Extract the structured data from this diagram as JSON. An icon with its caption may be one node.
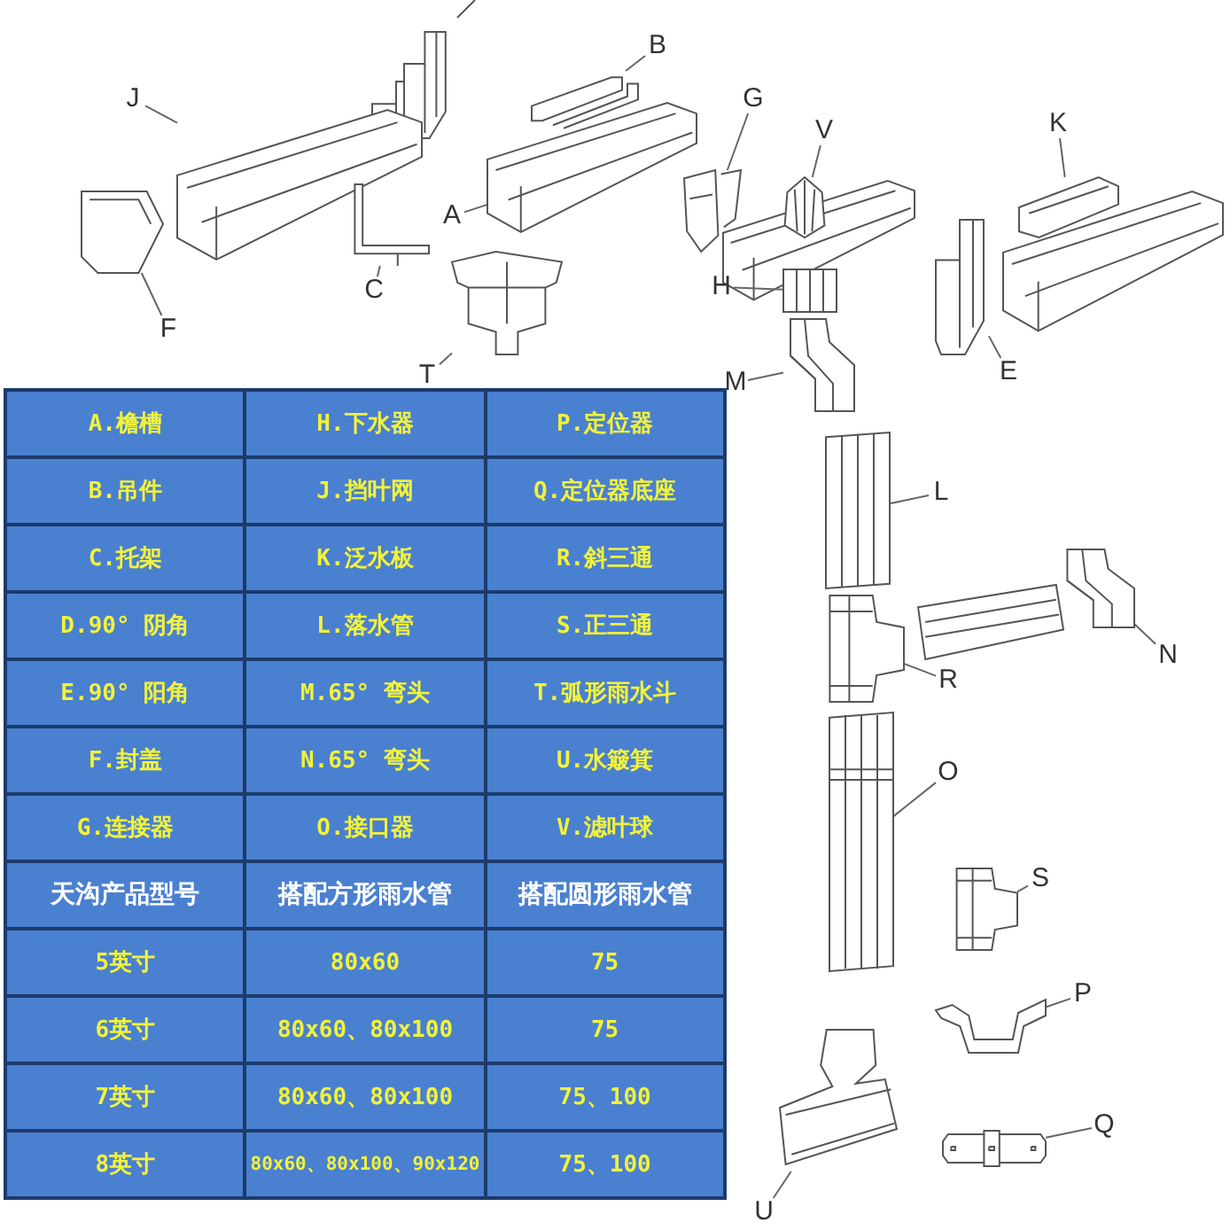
{
  "diagram": {
    "nodes": [
      {
        "text": [
          "B"
        ]
      },
      {
        "text": [],
        "shape": "picture"
      },
      {
        "text": [
          "J"
        ]
      },
      {
        "text": [],
        "shape": "picture"
      },
      {
        "text": [
          "G"
        ]
      },
      {
        "text": [],
        "shape": "picture"
      },
      {
        "text": [
          "V"
        ]
      },
      {
        "text": [],
        "shape": "picture"
      },
      {
        "text": [
          "K"
        ]
      },
      {
        "text": [],
        "shape": "picture"
      },
      {
        "text": [
          "A"
        ]
      },
      {
        "text": [],
        "shape": "picture"
      },
      {
        "text": [
          "C"
        ]
      },
      {
        "text": [],
        "shape": "picture"
      },
      {
        "text": [
          "F"
        ]
      },
      {
        "text": [],
        "shape": "picture"
      },
      {
        "text": [
          "H"
        ]
      },
      {
        "text": [],
        "shape": "picture"
      },
      {
        "text": [
          "E"
        ]
      },
      {
        "text": [],
        "shape": "picture"
      },
      {
        "text": [
          "T"
        ]
      },
      {
        "text": [],
        "shape": "picture"
      },
      {
        "text": [
          "M"
        ]
      },
      {
        "text": [],
        "shape": "picture"
      },
      {
        "text": [
          "L"
        ]
      },
      {
        "text": [],
        "shape": "picture"
      },
      {
        "text": [
          "N"
        ]
      },
      {
        "text": [],
        "shape": "picture"
      },
      {
        "text": [
          "R"
        ]
      },
      {
        "text": [],
        "shape": "picture"
      },
      {
        "text": [
          "O"
        ]
      },
      {
        "text": [],
        "shape": "picture"
      },
      {
        "text": [
          "S"
        ]
      },
      {
        "text": [],
        "shape": "picture"
      },
      {
        "text": [
          "P"
        ]
      },
      {
        "text": [],
        "shape": "picture"
      },
      {
        "text": [
          "Q"
        ]
      },
      {
        "text": [],
        "shape": "picture"
      },
      {
        "text": [
          "U"
        ]
      },
      {
        "text": [],
        "shape": "picture"
      }
    ],
    "edges": [
      {
        "from": 0,
        "to": 1,
        "arrow": "none"
      },
      {
        "from": 2,
        "to": 3,
        "arrow": "none"
      },
      {
        "from": 4,
        "to": 5,
        "arrow": "none"
      },
      {
        "from": 6,
        "to": 7,
        "arrow": "none"
      },
      {
        "from": 8,
        "to": 9,
        "arrow": "none"
      },
      {
        "from": 10,
        "to": 11,
        "arrow": "none"
      },
      {
        "from": 12,
        "to": 13,
        "arrow": "none"
      },
      {
        "from": 14,
        "to": 15,
        "arrow": "none"
      },
      {
        "from": 16,
        "to": 17,
        "arrow": "none"
      },
      {
        "from": 18,
        "to": 19,
        "arrow": "none"
      },
      {
        "from": 20,
        "to": 21,
        "arrow": "none"
      },
      {
        "from": 22,
        "to": 23,
        "arrow": "none"
      },
      {
        "from": 24,
        "to": 25,
        "arrow": "none"
      },
      {
        "from": 26,
        "to": 27,
        "arrow": "none"
      },
      {
        "from": 28,
        "to": 29,
        "arrow": "none"
      },
      {
        "from": 30,
        "to": 31,
        "arrow": "none"
      },
      {
        "from": 32,
        "to": 33,
        "arrow": "none"
      },
      {
        "from": 34,
        "to": 35,
        "arrow": "none"
      },
      {
        "from": 36,
        "to": 37,
        "arrow": "none"
      },
      {
        "from": 38,
        "to": 39,
        "arrow": "none"
      }
    ],
    "labels": [
      "A.檐槽",
      "H.下水器",
      "P.定位器",
      "B.吊件",
      "J.挡叶网",
      "Q.定位器底座",
      "C.托架",
      "K.泛水板",
      "R.斜三通",
      "D.90° 阴角",
      "L.落水管",
      "S.正三通",
      "E.90° 阳角",
      "M.65° 弯头",
      "T.弧形雨水斗",
      "F.封盖",
      "N.65° 弯头",
      "U.水簸箕",
      "G.连接器",
      "O.接口器",
      "V.滤叶球",
      "天沟产品型号",
      "搭配方形雨水管",
      "搭配圆形雨水管",
      "5英寸",
      "80x60",
      "75",
      "6英寸",
      "80x60、80x100",
      "75",
      "7英寸",
      "80x60、80x100",
      "75、100",
      "8英寸",
      "80x60、80x100、90x120",
      "75、100"
    ]
  }
}
